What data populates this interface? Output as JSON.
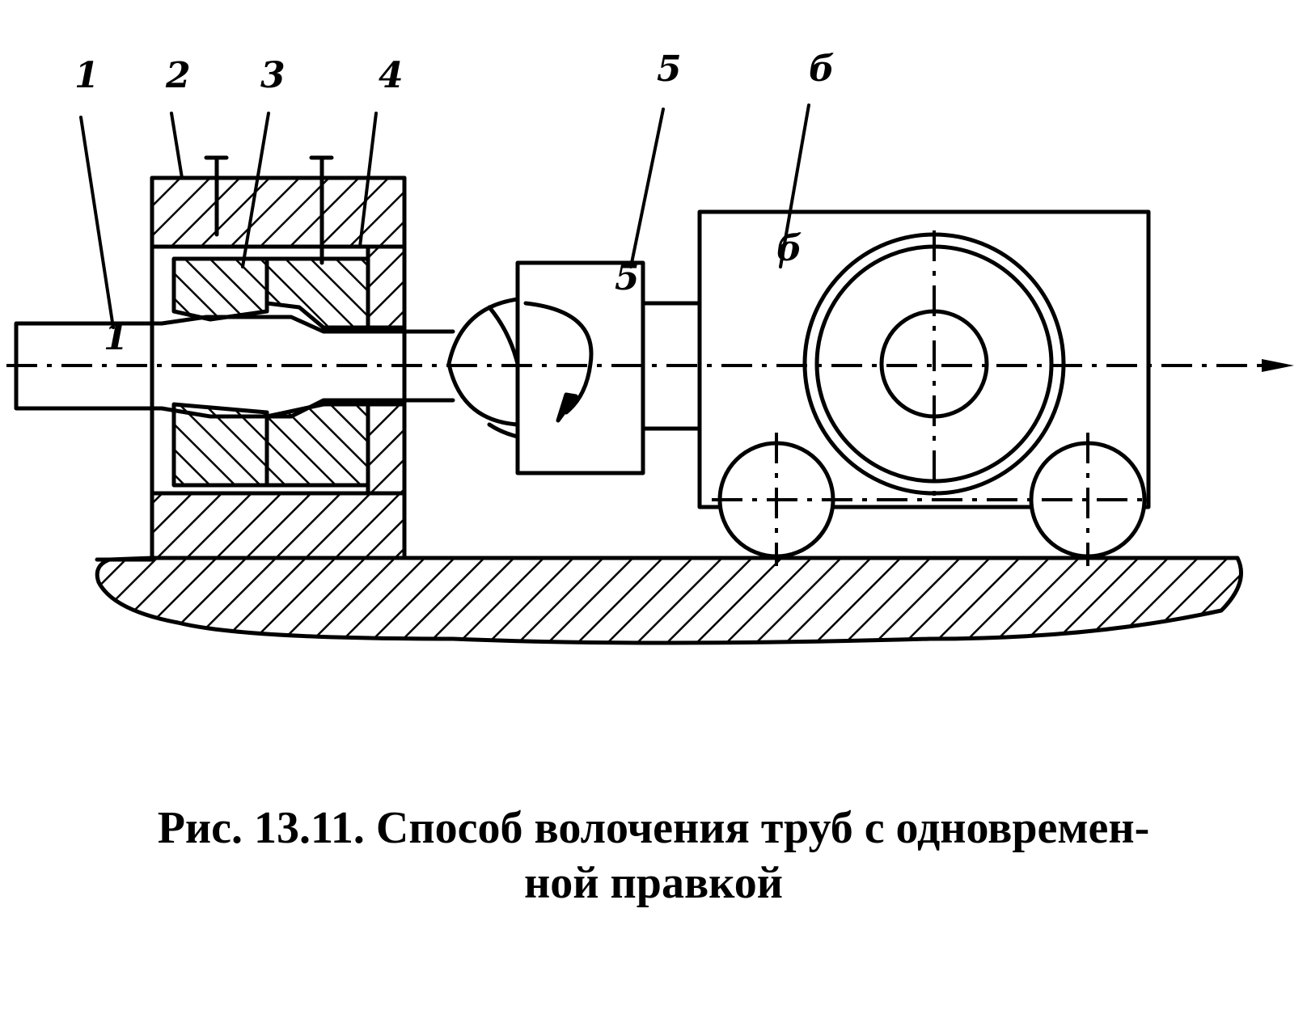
{
  "figure": {
    "labels": [
      "1",
      "2",
      "3",
      "4",
      "5",
      "б"
    ],
    "caption_line1": "Рис. 13.11. Способ волочения труб с одновремен-",
    "caption_line2": "ной правкой"
  },
  "colors": {
    "ink": "#000000",
    "paper": "#ffffff"
  }
}
